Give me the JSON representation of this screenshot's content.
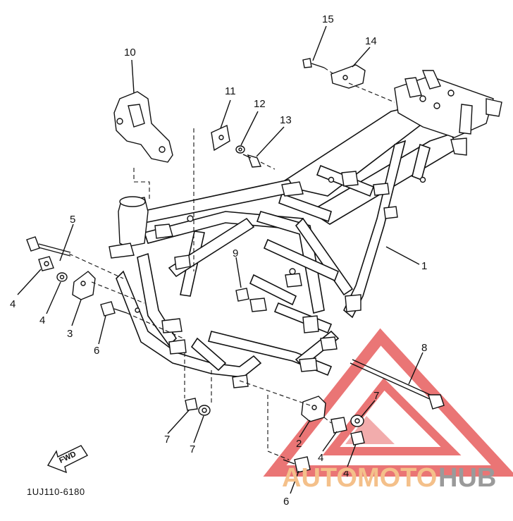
{
  "diagram": {
    "code": "1UJ110-6180",
    "fwd_label": "FWD",
    "labels": [
      {
        "id": "1",
        "text": "1"
      },
      {
        "id": "2",
        "text": "2"
      },
      {
        "id": "3",
        "text": "3"
      },
      {
        "id": "4a",
        "text": "4"
      },
      {
        "id": "4b",
        "text": "4"
      },
      {
        "id": "4c",
        "text": "4"
      },
      {
        "id": "4d",
        "text": "4"
      },
      {
        "id": "5",
        "text": "5"
      },
      {
        "id": "6a",
        "text": "6"
      },
      {
        "id": "6b",
        "text": "6"
      },
      {
        "id": "7a",
        "text": "7"
      },
      {
        "id": "7b",
        "text": "7"
      },
      {
        "id": "7c",
        "text": "7"
      },
      {
        "id": "8",
        "text": "8"
      },
      {
        "id": "9",
        "text": "9"
      },
      {
        "id": "10",
        "text": "10"
      },
      {
        "id": "11",
        "text": "11"
      },
      {
        "id": "12",
        "text": "12"
      },
      {
        "id": "13",
        "text": "13"
      },
      {
        "id": "14",
        "text": "14"
      },
      {
        "id": "15",
        "text": "15"
      }
    ]
  },
  "watermark": {
    "part1": "AUTOMOTO",
    "part2": "HUB",
    "colors": {
      "triangle": "#e34848",
      "text_light": "#f4c08a",
      "text_gray": "#9a9a9a"
    }
  }
}
